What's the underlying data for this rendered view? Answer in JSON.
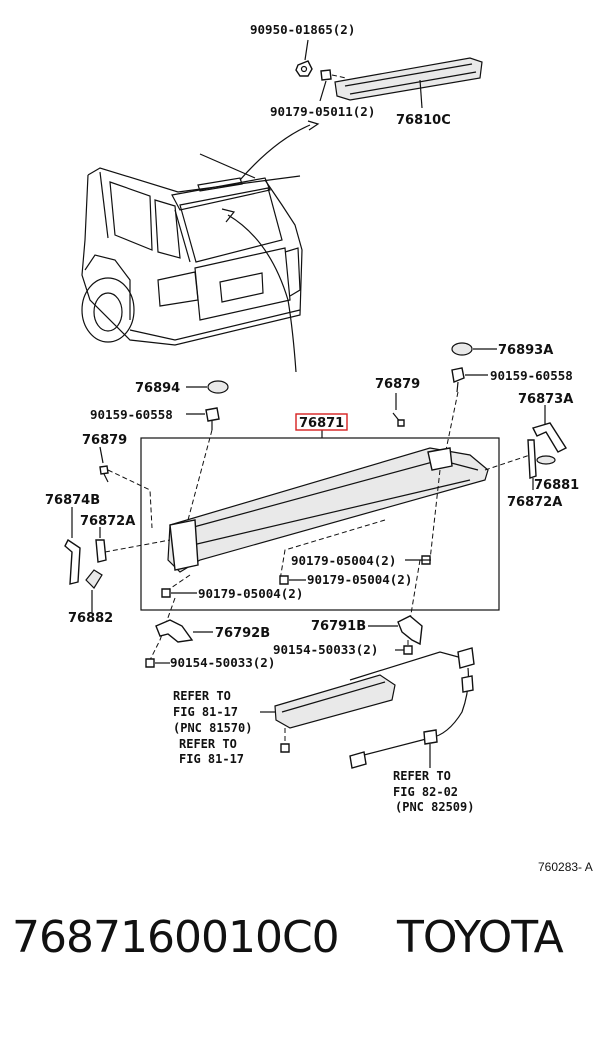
{
  "diagram": {
    "labels": {
      "p90950_01865": "90950-01865(2)",
      "p90179_05011": "90179-05011(2)",
      "p76810C": "76810C",
      "p76893A": "76893A",
      "p76894": "76894",
      "p76879_top": "76879",
      "p90159_60558_right": "90159-60558",
      "p90159_60558_left": "90159-60558",
      "p76871": "76871",
      "p76873A": "76873A",
      "p76879_left": "76879",
      "p76881": "76881",
      "p76874B": "76874B",
      "p76872A_left": "76872A",
      "p76872A_right": "76872A",
      "p90179_05004_a": "90179-05004(2)",
      "p90179_05004_b": "90179-05004(2)",
      "p90179_05004_c": "90179-05004(2)",
      "p76882": "76882",
      "p76792B": "76792B",
      "p76791B": "76791B",
      "p90154_50033_right": "90154-50033(2)",
      "p90154_50033_left": "90154-50033(2)"
    },
    "refer_1": [
      "REFER TO",
      "FIG 81-17",
      "(PNC 81570)"
    ],
    "refer_2": [
      "REFER TO",
      "FIG 81-17"
    ],
    "refer_3": [
      "REFER TO",
      "FIG 82-02",
      "(PNC 82509)"
    ],
    "diagram_code": "760283- A",
    "highlight_color": "#d62020"
  },
  "footer": {
    "part_number": "7687160010C0",
    "brand": "TOYOTA"
  }
}
